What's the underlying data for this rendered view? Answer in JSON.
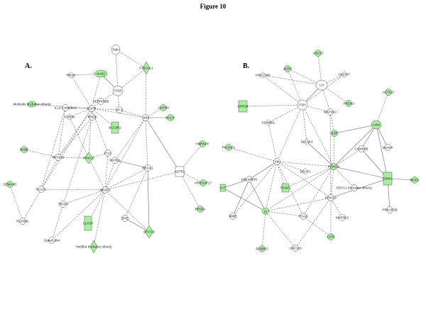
{
  "figure_title": "Figure 10",
  "panel_a_label": "A.",
  "panel_b_label": "B.",
  "colors": {
    "highlight": "#a8f0a0",
    "plain": "#ffffff",
    "edge": "#666666"
  },
  "panel_a": {
    "nodes": [
      {
        "id": "talin",
        "label": "Talin",
        "shape": "ellipse",
        "green": false
      },
      {
        "id": "st6gal1",
        "label": "ST6GAL1",
        "shape": "diamond",
        "green": true
      },
      {
        "id": "rrad",
        "label": "RRAD",
        "shape": "diamond",
        "green": false
      },
      {
        "id": "nab2",
        "label": "NAB2",
        "shape": "ellipse",
        "green": true
      },
      {
        "id": "itgb",
        "label": "ITGB",
        "shape": "ellipse",
        "green": false
      },
      {
        "id": "serpinb5",
        "label": "SERPINB5",
        "shape": "ellipse",
        "green": false
      },
      {
        "id": "mollusks",
        "label": "Mollusks (includes others)",
        "shape": "ellipse",
        "green": true
      },
      {
        "id": "il12",
        "label": "IL12 (complex)",
        "shape": "ellipse",
        "green": false
      },
      {
        "id": "egfr",
        "label": "EGFR",
        "shape": "ellipse",
        "green": false
      },
      {
        "id": "ap1",
        "label": "AP-1",
        "shape": "ellipse",
        "green": false
      },
      {
        "id": "ciapin1",
        "label": "CIAPIN",
        "shape": "ellipse",
        "green": true
      },
      {
        "id": "furin",
        "label": "FURIN",
        "shape": "diamond",
        "green": false
      },
      {
        "id": "rheb",
        "label": "RHEB",
        "shape": "ellipse",
        "green": false
      },
      {
        "id": "bclsr2",
        "label": "BCL6R2",
        "shape": "rect",
        "green": true
      },
      {
        "id": "jun",
        "label": "JUN",
        "shape": "ellipse",
        "green": false
      },
      {
        "id": "bcl3",
        "label": "BCL3*",
        "shape": "ellipse",
        "green": true
      },
      {
        "id": "rab6",
        "label": "RAB6",
        "shape": "ellipse",
        "green": true
      },
      {
        "id": "myocd",
        "label": "MYOCD",
        "shape": "ellipse",
        "green": false
      },
      {
        "id": "pi12",
        "label": "PI12",
        "shape": "ellipse",
        "green": false
      },
      {
        "id": "bard1",
        "label": "BARD1",
        "shape": "ellipse",
        "green": false
      },
      {
        "id": "hnrnpf",
        "label": "HNRNPF",
        "shape": "ellipse",
        "green": true
      },
      {
        "id": "sema4d",
        "label": "SEMA4D",
        "shape": "ellipse",
        "green": true
      },
      {
        "id": "plcg1",
        "label": "PLCG1",
        "shape": "ellipse",
        "green": false
      },
      {
        "id": "prkce",
        "label": "PRKCE",
        "shape": "diamond",
        "green": true
      },
      {
        "id": "nr3c1",
        "label": "NR3C1",
        "shape": "ellipse",
        "green": false
      },
      {
        "id": "brca1",
        "label": "BRCA1",
        "shape": "ellipse",
        "green": false
      },
      {
        "id": "adtr1",
        "label": "ADTR1",
        "shape": "rect",
        "green": false
      },
      {
        "id": "arhgap17",
        "label": "ARHGAP17",
        "shape": "ellipse",
        "green": true
      },
      {
        "id": "traf4",
        "label": "TRAF4",
        "shape": "ellipse",
        "green": false
      },
      {
        "id": "plxnb1",
        "label": "PLXNB1",
        "shape": "ellipse",
        "green": false
      },
      {
        "id": "clp2r",
        "label": "CLP2R",
        "shape": "rect",
        "green": true
      },
      {
        "id": "bre",
        "label": "BRE",
        "shape": "ellipse",
        "green": false
      },
      {
        "id": "brcc3",
        "label": "BRCC3",
        "shape": "diamond",
        "green": true
      },
      {
        "id": "rps3a",
        "label": "RPS3A",
        "shape": "ellipse",
        "green": true
      },
      {
        "id": "gpaa",
        "label": "Gpaa/Lbb4",
        "shape": "ellipse",
        "green": false
      },
      {
        "id": "hsd3b4",
        "label": "Hsd3b4 (includes others)",
        "shape": "diamond",
        "green": true
      }
    ]
  },
  "panel_b": {
    "nodes": [
      {
        "id": "adcy7",
        "label": "ADCY7",
        "shape": "ellipse",
        "green": true
      },
      {
        "id": "acp6",
        "label": "ACP6",
        "shape": "ellipse",
        "green": true
      },
      {
        "id": "hsd17b8",
        "label": "HSD17B8",
        "shape": "diamond",
        "green": false
      },
      {
        "id": "lh",
        "label": "LH",
        "shape": "ellipse",
        "green": false
      },
      {
        "id": "dhcr7",
        "label": "DHCR7",
        "shape": "diamond",
        "green": false
      },
      {
        "id": "actg1",
        "label": "ACTG1*",
        "shape": "ellipse",
        "green": true
      },
      {
        "id": "gpr34",
        "label": "GPR34",
        "shape": "rect",
        "green": true
      },
      {
        "id": "fsh",
        "label": "FSH",
        "shape": "ellipse",
        "green": false
      },
      {
        "id": "map2k2",
        "label": "MAP2K2",
        "shape": "ellipse",
        "green": false
      },
      {
        "id": "prdx3",
        "label": "PRDX3",
        "shape": "ellipse",
        "green": true
      },
      {
        "id": "sc4mol",
        "label": "SC4MOL",
        "shape": "diamond",
        "green": false
      },
      {
        "id": "ezr",
        "label": "EZR",
        "shape": "ellipse",
        "green": true
      },
      {
        "id": "actin",
        "label": "Actin",
        "shape": "ellipse",
        "green": true
      },
      {
        "id": "pik3ap1",
        "label": "PIK3AP1",
        "shape": "ellipse",
        "green": true
      },
      {
        "id": "slc6a3",
        "label": "SLC6A3",
        "shape": "diamond",
        "green": false
      },
      {
        "id": "camk2b",
        "label": "CAMK2B",
        "shape": "ellipse",
        "green": false
      },
      {
        "id": "myosin",
        "label": "Myosin",
        "shape": "ellipse",
        "green": false
      },
      {
        "id": "akt",
        "label": "Akt",
        "shape": "ellipse",
        "green": false
      },
      {
        "id": "prkcb",
        "label": "PRKCB",
        "shape": "ellipse",
        "green": true
      },
      {
        "id": "tdgf1",
        "label": "TDGF1",
        "shape": "rect",
        "green": true
      },
      {
        "id": "dgat1",
        "label": "DGAT1",
        "shape": "diamond",
        "green": false
      },
      {
        "id": "grin1",
        "label": "GRIN1",
        "shape": "rect",
        "green": true
      },
      {
        "id": "map2",
        "label": "MAP2",
        "shape": "ellipse",
        "green": true
      },
      {
        "id": "p85",
        "label": "p85 (pik3r)",
        "shape": "ellipse",
        "green": false
      },
      {
        "id": "kit",
        "label": "KIT",
        "shape": "rect",
        "green": true
      },
      {
        "id": "defa1",
        "label": "DEFA1 (includes others)",
        "shape": "ellipse",
        "green": false
      },
      {
        "id": "erk12",
        "label": "ERK1/2",
        "shape": "ellipse",
        "green": false
      },
      {
        "id": "prkar2b",
        "label": "PRKAR2B",
        "shape": "ellipse",
        "green": false
      },
      {
        "id": "mme",
        "label": "MME",
        "shape": "ellipse",
        "green": false
      },
      {
        "id": "ly",
        "label": "Ly",
        "shape": "ellipse",
        "green": true
      },
      {
        "id": "itga2",
        "label": "ITGA2",
        "shape": "ellipse",
        "green": false
      },
      {
        "id": "map3k2",
        "label": "MAP3K2",
        "shape": "ellipse",
        "green": false
      },
      {
        "id": "sh3bp2",
        "label": "SH3BP2",
        "shape": "ellipse",
        "green": true
      },
      {
        "id": "unc119",
        "label": "UNC119",
        "shape": "ellipse",
        "green": false
      },
      {
        "id": "lat2",
        "label": "LAT2",
        "shape": "ellipse",
        "green": true
      }
    ]
  }
}
